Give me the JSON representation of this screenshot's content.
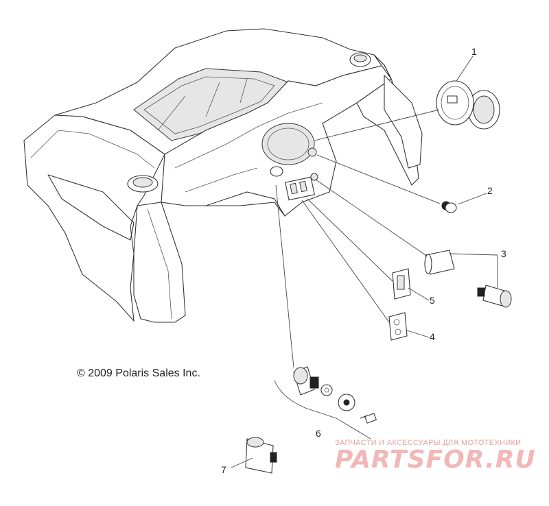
{
  "parts": [
    {
      "number": "1",
      "icon": "gauge-icon"
    },
    {
      "number": "2",
      "icon": "indicator-light-icon"
    },
    {
      "number": "3",
      "icon": "power-socket-icon"
    },
    {
      "number": "4",
      "icon": "rocker-switch-icon"
    },
    {
      "number": "5",
      "icon": "rocker-switch-icon"
    },
    {
      "number": "6",
      "icon": "ignition-switch-icon"
    },
    {
      "number": "7",
      "icon": "power-point-icon"
    }
  ],
  "copyright": "© 2009 Polaris Sales Inc.",
  "watermark": {
    "tagline": "ЗАПЧАСТИ И АКСЕССУАРЫ ДЛЯ МОТОТЕХНИКИ",
    "logo": "PARTSFOR.RU"
  }
}
